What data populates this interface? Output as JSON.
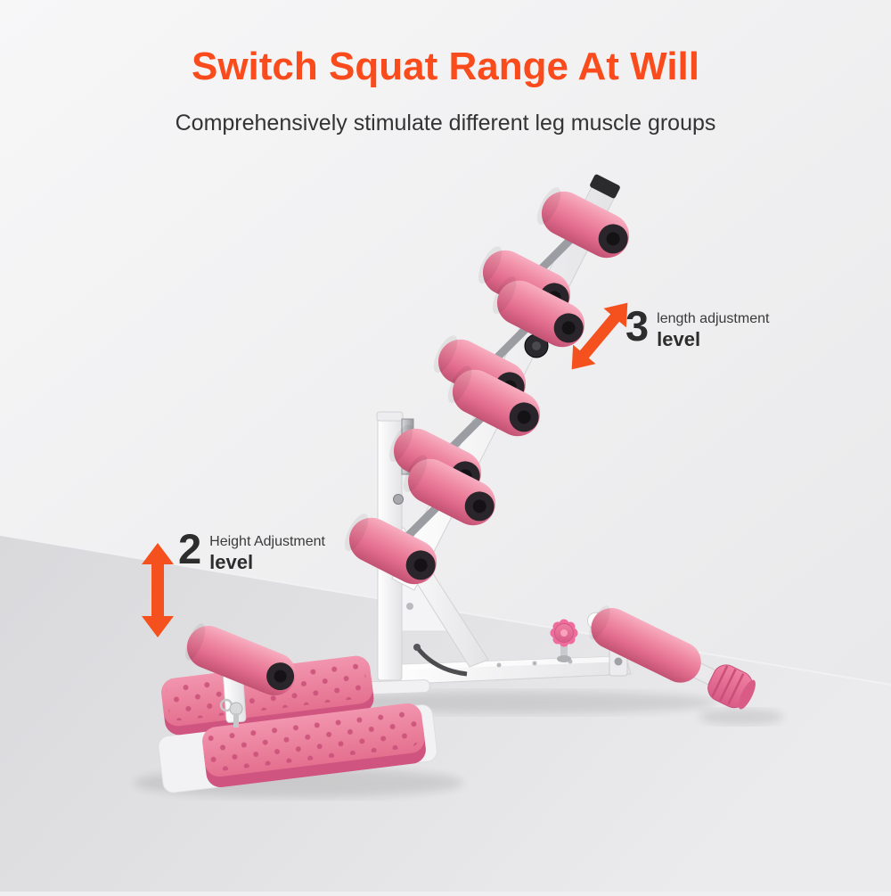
{
  "page": {
    "title": "Switch Squat Range At Will",
    "subtitle": "Comprehensively stimulate different leg muscle groups"
  },
  "annotations": {
    "length_adjustment": {
      "value": "3",
      "label": "length adjustment",
      "unit": "level"
    },
    "height_adjustment": {
      "value": "2",
      "label": "Height Adjustment",
      "unit": "level"
    }
  },
  "product_illustration": {
    "description": "pink squat machine with foam rollers, foot pedals and rear stabilizer",
    "parts": [
      "main-beam",
      "foam-rollers",
      "foot-pedals",
      "front-roller",
      "rear-stabilizer",
      "adjustment-knob"
    ]
  },
  "colors": {
    "title_orange": "#FA4B1C",
    "arrow_orange": "#F4511E",
    "foam_pink": "#EE7F9A",
    "plastic_pink": "#E4708F",
    "frame_white": "#FAFAFC",
    "text_dark": "#2D2D2D",
    "background_gray": "#ECECEE"
  }
}
